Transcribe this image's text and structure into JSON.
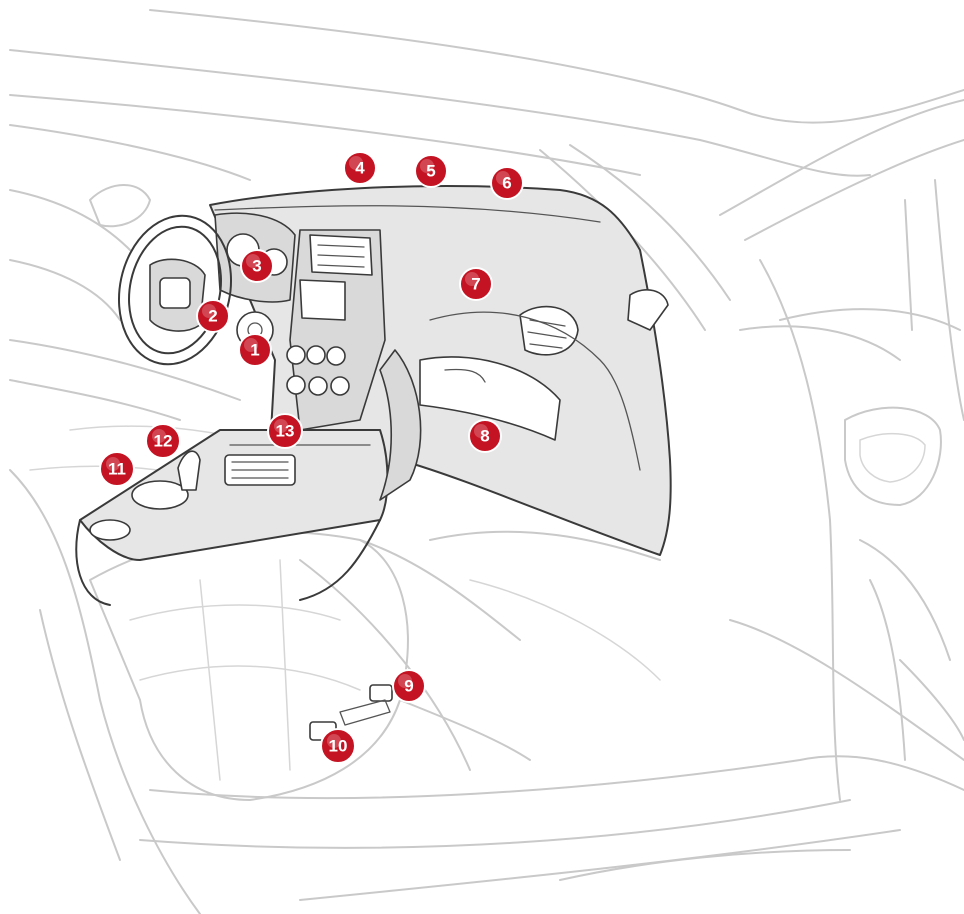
{
  "callouts": [
    {
      "id": "1",
      "label": "1"
    },
    {
      "id": "2",
      "label": "2"
    },
    {
      "id": "3",
      "label": "3"
    },
    {
      "id": "4",
      "label": "4"
    },
    {
      "id": "5",
      "label": "5"
    },
    {
      "id": "6",
      "label": "6"
    },
    {
      "id": "7",
      "label": "7"
    },
    {
      "id": "8",
      "label": "8"
    },
    {
      "id": "9",
      "label": "9"
    },
    {
      "id": "10",
      "label": "10"
    },
    {
      "id": "11",
      "label": "11"
    },
    {
      "id": "12",
      "label": "12"
    },
    {
      "id": "13",
      "label": "13"
    }
  ],
  "colors": {
    "marker": "#c41322",
    "outline_light": "#c9c9c9",
    "outline_dark": "#3a3a3a",
    "dashboard_fill": "#e6e6e6"
  }
}
